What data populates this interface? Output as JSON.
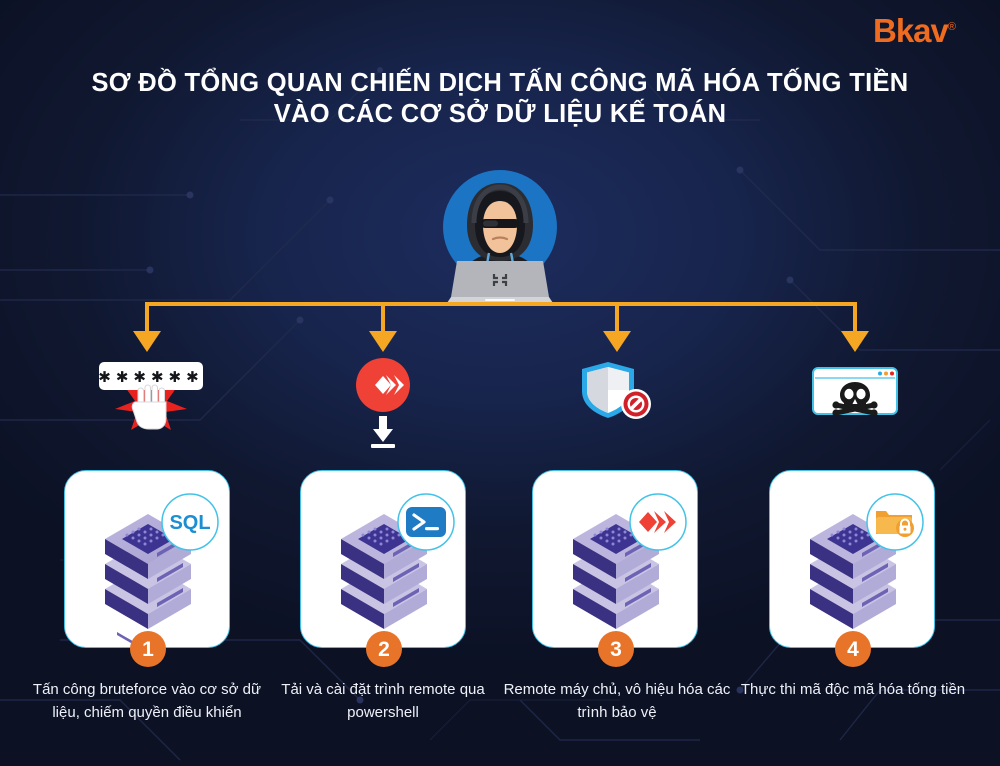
{
  "brand": {
    "name": "Bkav",
    "registered": "®",
    "color": "#ee6b1f"
  },
  "title": {
    "line1": "SƠ ĐỒ TỔNG QUAN CHIẾN DỊCH TẤN CÔNG MÃ HÓA TỐNG TIỀN",
    "line2": "VÀO CÁC CƠ SỞ DỮ LIỆU KẾ TOÁN"
  },
  "actor": {
    "icon": "hacker-with-laptop-icon",
    "circle_color": "#1b74c4"
  },
  "connector": {
    "color": "#f5a623",
    "arrow_count": 4
  },
  "stage_icons": [
    {
      "id": 1,
      "icon": "password-field-brute-force-icon",
      "mask": "✱ ✱ ✱ ✱ ✱ ✱",
      "accent": "#e8231f"
    },
    {
      "id": 2,
      "icon": "anydesk-download-icon",
      "accent": "#ef4136"
    },
    {
      "id": 3,
      "icon": "shield-disabled-icon",
      "accent": "#d0202a"
    },
    {
      "id": 4,
      "icon": "browser-skull-malware-icon",
      "accent": "#1a1a1a"
    }
  ],
  "steps": [
    {
      "number": "1",
      "server_icon": "database-server-stack-icon",
      "badge_icon": "sql-badge",
      "badge_label": "SQL",
      "badge_color": "#1b8fd1",
      "caption": "Tấn công bruteforce vào cơ sở dữ liệu, chiếm quyền điều khiển"
    },
    {
      "number": "2",
      "server_icon": "database-server-stack-icon",
      "badge_icon": "powershell-badge",
      "badge_label": "",
      "badge_color": "#1e7bc4",
      "caption": "Tải và cài đặt trình remote qua powershell"
    },
    {
      "number": "3",
      "server_icon": "database-server-stack-icon",
      "badge_icon": "anydesk-badge",
      "badge_label": "",
      "badge_color": "#ef4136",
      "caption": "Remote máy chủ, vô hiệu hóa các trình bảo vệ"
    },
    {
      "number": "4",
      "server_icon": "database-server-stack-icon",
      "badge_icon": "locked-folder-badge",
      "badge_label": "",
      "badge_color": "#f0a030",
      "caption": "Thực thi mã độc mã hóa tống tiền"
    }
  ],
  "theme": {
    "background": "#101831",
    "card_border": "#43c2e8",
    "number_badge": "#e8742a",
    "text": "#eef1f8"
  }
}
